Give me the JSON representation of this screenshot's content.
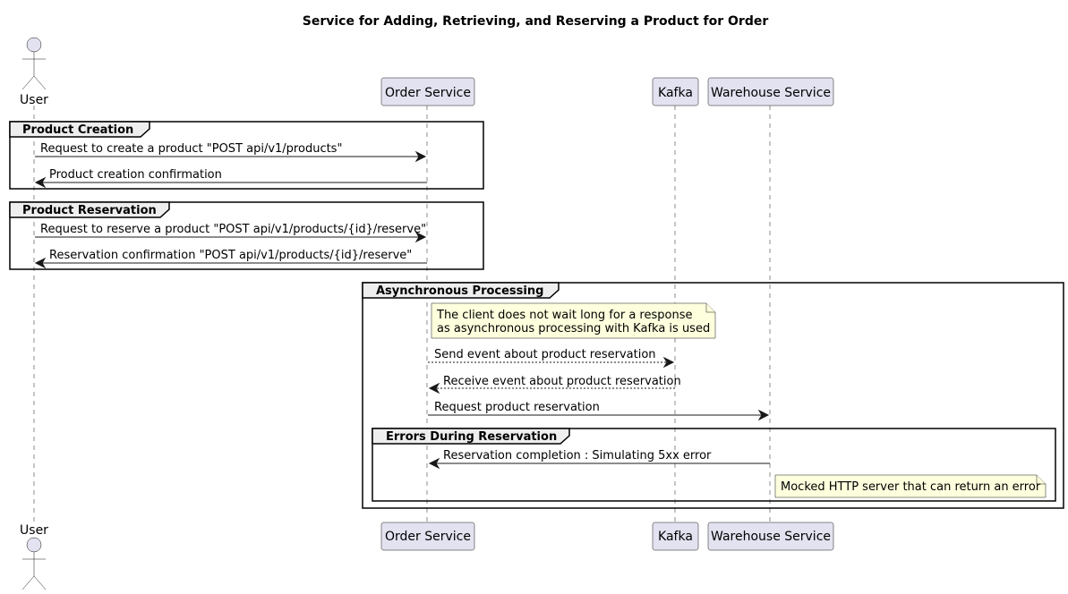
{
  "diagram": {
    "title": "Service for Adding, Retrieving, and Reserving a Product for Order",
    "participants": {
      "user": "User",
      "order": "Order Service",
      "kafka": "Kafka",
      "warehouse": "Warehouse Service"
    },
    "fragments": {
      "creation": "Product Creation",
      "reservation": "Product Reservation",
      "async": "Asynchronous Processing",
      "errors": "Errors During Reservation"
    },
    "messages": {
      "m1": "Request to create a product \"POST api/v1/products\"",
      "m2": "Product creation confirmation",
      "m3": "Request to reserve a product \"POST api/v1/products/{id}/reserve\"",
      "m4": "Reservation confirmation \"POST api/v1/products/{id}/reserve\"",
      "m5": "Send event about product reservation",
      "m6": "Receive event about product reservation",
      "m7": "Request product reservation",
      "m8": "Reservation completion : Simulating 5xx error"
    },
    "notes": {
      "n1_line1": "The client does not wait long for a response",
      "n1_line2": "as asynchronous processing with Kafka is used",
      "n2": "Mocked HTTP server that can return an error"
    }
  }
}
